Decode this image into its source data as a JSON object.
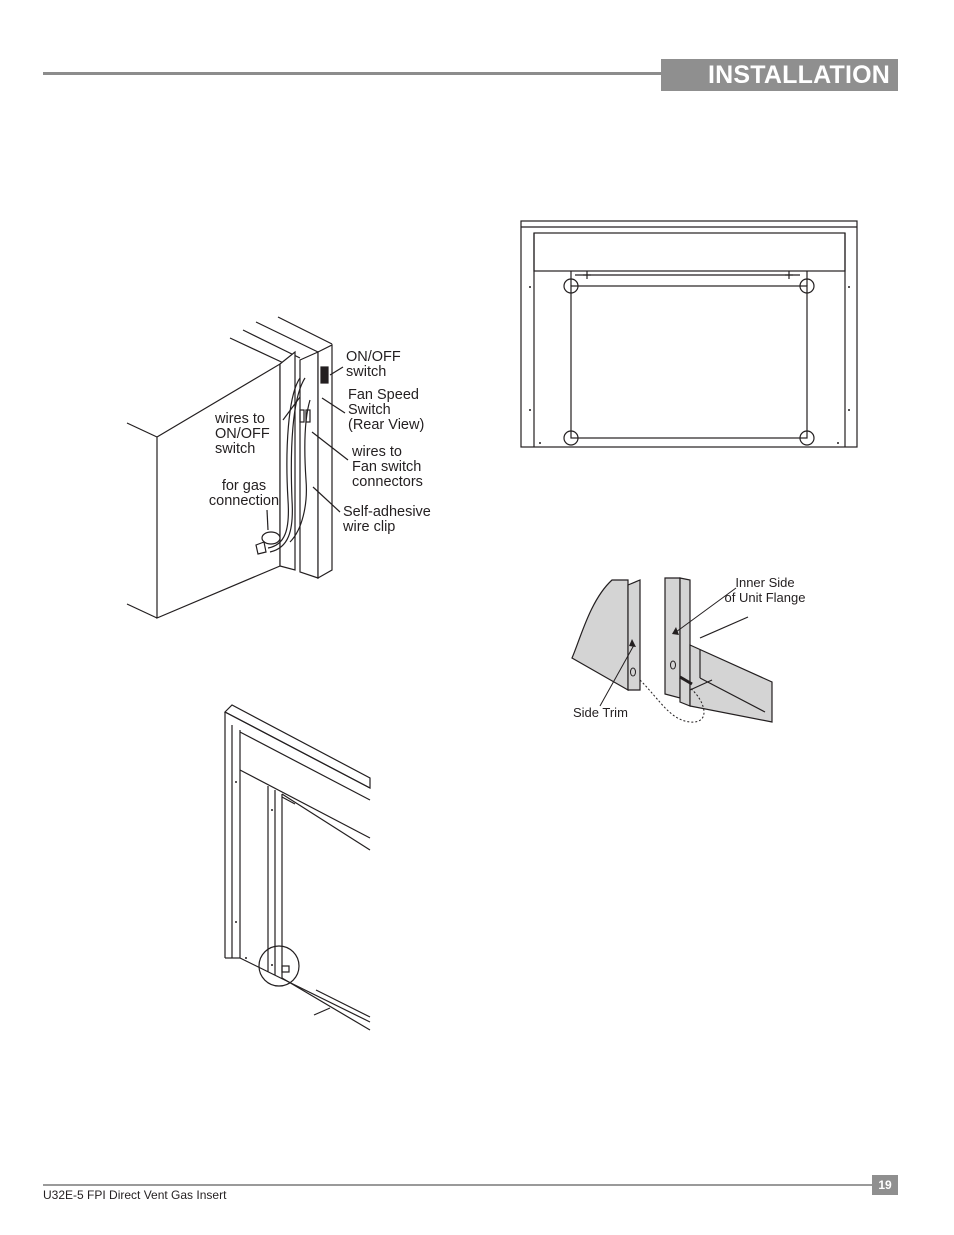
{
  "header": {
    "section_title": "INSTALLATION"
  },
  "figures": {
    "wiring": {
      "labels": {
        "on_off_switch": "ON/OFF\nswitch",
        "fan_speed_switch": "Fan Speed\nSwitch\n(Rear View)",
        "wires_to_on_off": "wires to\nON/OFF\nswitch",
        "wires_to_fan": "wires to\nFan switch\nconnectors",
        "gas_connection": "for gas\nconnection",
        "wire_clip": "Self-adhesive\nwire clip"
      }
    },
    "trim": {
      "labels": {
        "inner_side": "Inner Side\nof Unit Flange",
        "side_trim": "Side Trim"
      }
    }
  },
  "footer": {
    "document_title": "U32E-5 FPI Direct Vent Gas Insert",
    "page_number": "19"
  }
}
